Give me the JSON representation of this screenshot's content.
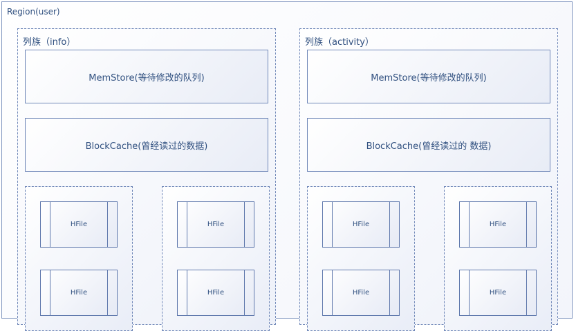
{
  "region": {
    "title": "Region(user)"
  },
  "families": [
    {
      "title": "列族（info）",
      "memstore": "MemStore(等待修改的队列)",
      "blockcache": "BlockCache(曾经读过的数据)",
      "stores": [
        {
          "hfiles": [
            "HFile",
            "HFile"
          ]
        },
        {
          "hfiles": [
            "HFile",
            "HFile"
          ]
        }
      ]
    },
    {
      "title": "列族（activity）",
      "memstore": "MemStore(等待修改的队列)",
      "blockcache": "BlockCache(曾经读过的 数据)",
      "stores": [
        {
          "hfiles": [
            "HFile",
            "HFile"
          ]
        },
        {
          "hfiles": [
            "HFile",
            "HFile"
          ]
        }
      ]
    }
  ],
  "colors": {
    "border": "#6f87b8",
    "text": "#2f4f7f",
    "fill": "#e8ecf6"
  }
}
